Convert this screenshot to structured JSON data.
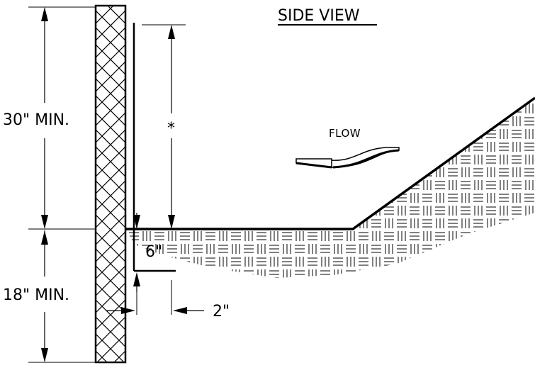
{
  "title": "SIDE VIEW",
  "flow_label": "FLOW",
  "dimensions": {
    "upper_post_height": "30\" MIN.",
    "lower_embed_depth": "18\" MIN.",
    "fabric_trench_depth": "6\"",
    "fabric_offset": "2\"",
    "fabric_height_marker": "*"
  }
}
